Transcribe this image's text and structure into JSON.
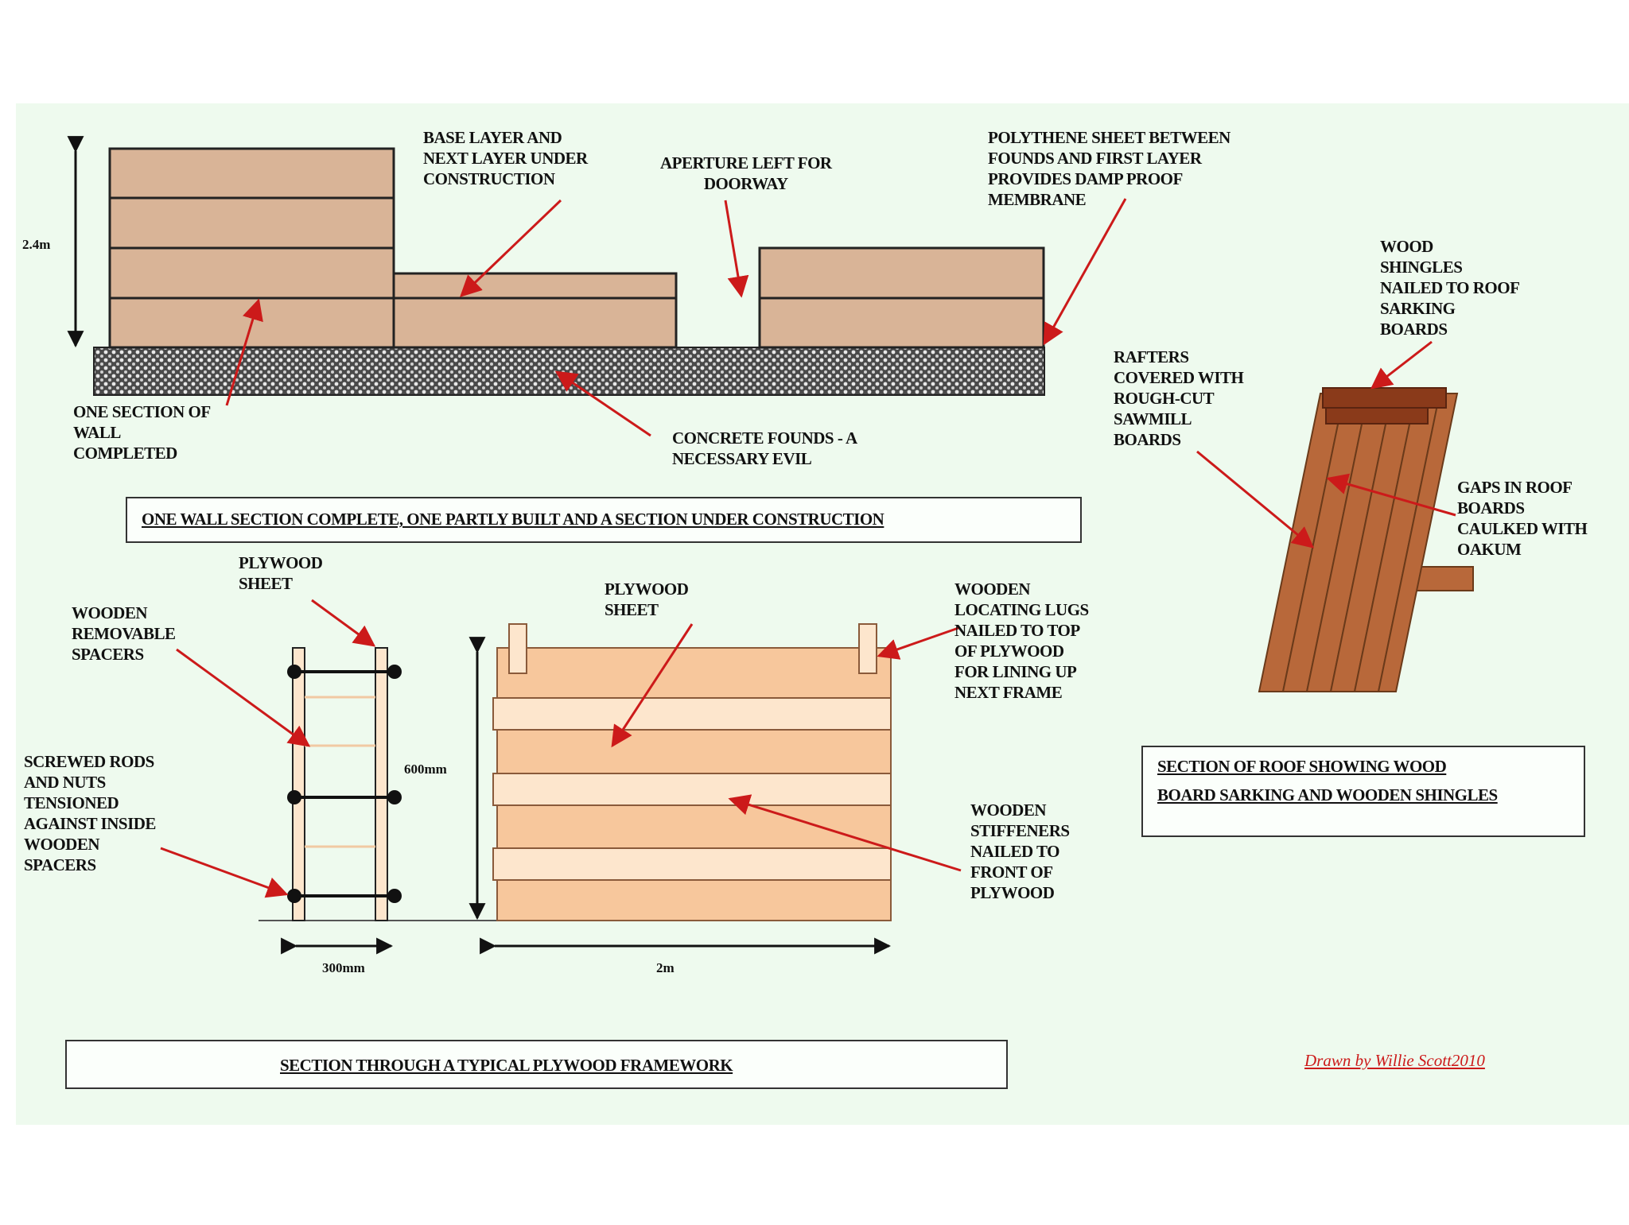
{
  "labels": {
    "one_section": "ONE SECTION OF\nWALL\nCOMPLETED",
    "base_layer": "BASE LAYER AND\nNEXT LAYER UNDER\nCONSTRUCTION",
    "aperture": "APERTURE LEFT FOR\nDOORWAY",
    "polythene": "POLYTHENE SHEET BETWEEN\nFOUNDS AND FIRST LAYER\nPROVIDES DAMP PROOF\nMEMBRANE",
    "concrete": "CONCRETE FOUNDS - A\nNECESSARY EVIL",
    "wood_shingles": "WOOD\nSHINGLES\nNAILED TO ROOF\nSARKING\nBOARDS",
    "rafters": "RAFTERS\nCOVERED WITH\nROUGH-CUT\nSAWMILL\nBOARDS",
    "gaps": "GAPS IN ROOF\nBOARDS\nCAULKED WITH\nOAKUM",
    "plywood_sheet_left": "PLYWOOD\nSHEET",
    "wooden_spacers": "WOODEN\nREMOVABLE\nSPACERS",
    "screwed_rods": "SCREWED RODS\nAND NUTS\nTENSIONED\nAGAINST INSIDE\nWOODEN\nSPACERS",
    "plywood_sheet_center": "PLYWOOD\nSHEET",
    "locating_lugs": "WOODEN\nLOCATING LUGS\nNAILED TO TOP\nOF PLYWOOD\nFOR LINING UP\nNEXT FRAME",
    "stiffeners": "WOODEN\nSTIFFENERS\nNAILED TO\nFRONT OF\nPLYWOOD"
  },
  "dimensions": {
    "wall_height": "2.4m",
    "frame_height": "600mm",
    "frame_width": "300mm",
    "frame_length": "2m"
  },
  "captions": {
    "wall": "ONE WALL SECTION COMPLETE, ONE PARTLY BUILT AND A SECTION UNDER CONSTRUCTION",
    "roof": "SECTION OF ROOF SHOWING WOOD\nBOARD SARKING AND WOODEN SHINGLES",
    "framework": "SECTION THROUGH A TYPICAL PLYWOOD FRAMEWORK"
  },
  "credit": "Drawn by Willie Scott2010",
  "colors": {
    "background": "#eefaee",
    "wood": "#d9b497",
    "plywood": "#f7c79c",
    "stiffener": "#fde6cd",
    "roof_board": "#b8683a",
    "shingle": "#8a3a1a",
    "arrow": "#cc1a1a",
    "outline": "#222222"
  }
}
